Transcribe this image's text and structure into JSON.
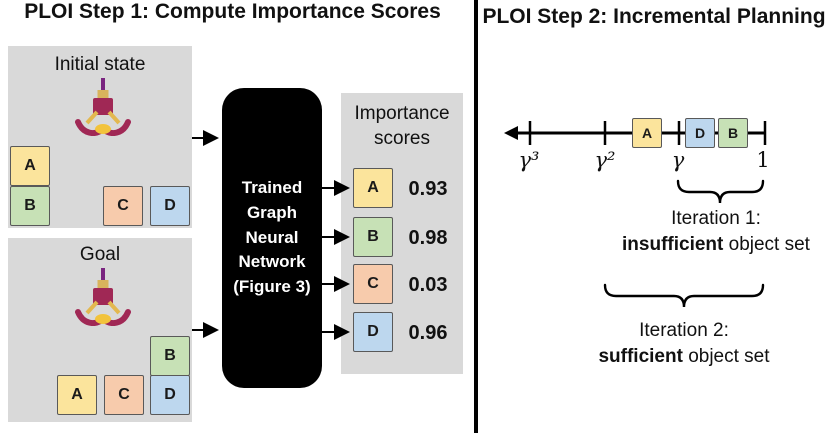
{
  "titles": {
    "step1": "PLOI Step 1: Compute Importance Scores",
    "step2": "PLOI Step 2: Incremental Planning"
  },
  "colors": {
    "panel_bg": "#D9D9D9",
    "block_border": "#595959",
    "gnn_bg": "#000000",
    "gnn_text": "#FFFFFF"
  },
  "initial_state": {
    "label": "Initial state",
    "blocks": [
      {
        "label": "A",
        "color": "#FBE49C"
      },
      {
        "label": "B",
        "color": "#C7E1B6"
      },
      {
        "label": "C",
        "color": "#F7CBAC"
      },
      {
        "label": "D",
        "color": "#BDD7EE"
      }
    ]
  },
  "goal": {
    "label": "Goal",
    "blocks": [
      {
        "label": "A",
        "color": "#FBE49C"
      },
      {
        "label": "B",
        "color": "#C7E1B6"
      },
      {
        "label": "C",
        "color": "#F7CBAC"
      },
      {
        "label": "D",
        "color": "#BDD7EE"
      }
    ]
  },
  "gnn": {
    "label": "Trained\nGraph\nNeural\nNetwork\n(Figure 3)"
  },
  "importance": {
    "title": "Importance scores",
    "rows": [
      {
        "object": "A",
        "color": "#FBE49C",
        "score": "0.93"
      },
      {
        "object": "B",
        "color": "#C7E1B6",
        "score": "0.98"
      },
      {
        "object": "C",
        "color": "#F7CBAC",
        "score": "0.03"
      },
      {
        "object": "D",
        "color": "#BDD7EE",
        "score": "0.96"
      }
    ]
  },
  "number_line": {
    "tick_labels": [
      "γ³",
      "γ²",
      "γ",
      "1"
    ],
    "blocks": [
      {
        "label": "A",
        "color": "#FBE49C"
      },
      {
        "label": "D",
        "color": "#BDD7EE"
      },
      {
        "label": "B",
        "color": "#C7E1B6"
      }
    ]
  },
  "iterations": [
    {
      "title": "Iteration 1:",
      "emphasis": "insufficient",
      "rest": " object set"
    },
    {
      "title": "Iteration 2:",
      "emphasis": "sufficient",
      "rest": " object set"
    }
  ],
  "icons": {
    "gripper": "robot-gripper-icon"
  }
}
